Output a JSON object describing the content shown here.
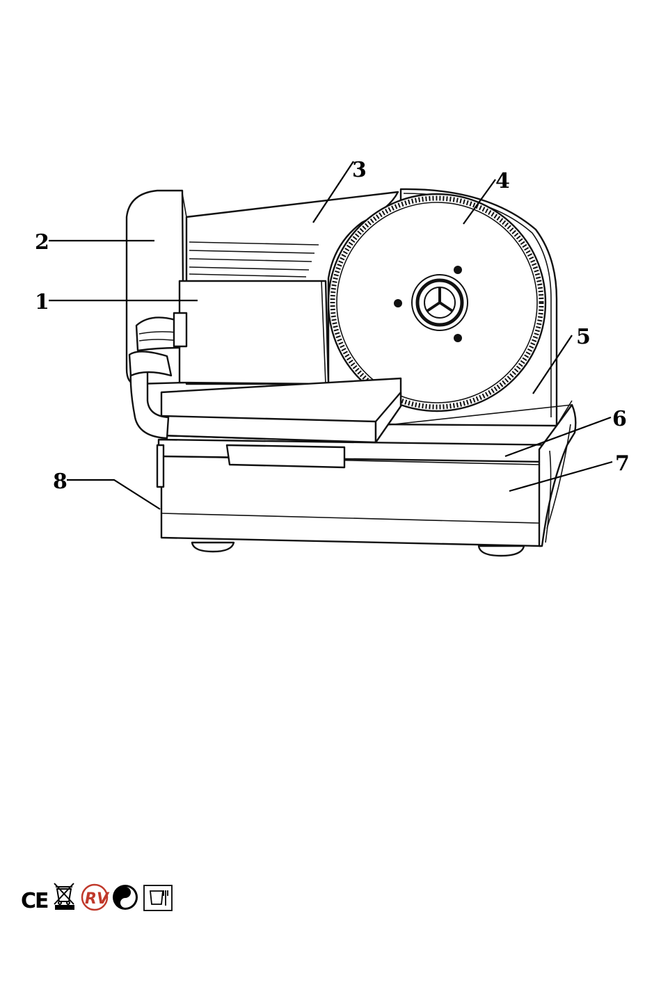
{
  "diagram": {
    "subject": "food slicer",
    "callouts": [
      {
        "number": "1"
      },
      {
        "number": "2"
      },
      {
        "number": "3"
      },
      {
        "number": "4"
      },
      {
        "number": "5"
      },
      {
        "number": "6"
      },
      {
        "number": "7"
      },
      {
        "number": "8"
      }
    ]
  },
  "certification_marks": [
    {
      "icon": "ce-mark-icon",
      "text": "CE"
    },
    {
      "icon": "weee-crossed-bin-icon"
    },
    {
      "icon": "rv-mark-icon",
      "text": "RV"
    },
    {
      "icon": "green-dot-icon"
    },
    {
      "icon": "food-safe-icon"
    }
  ],
  "colors": {
    "line": "#111111",
    "background": "#ffffff"
  }
}
